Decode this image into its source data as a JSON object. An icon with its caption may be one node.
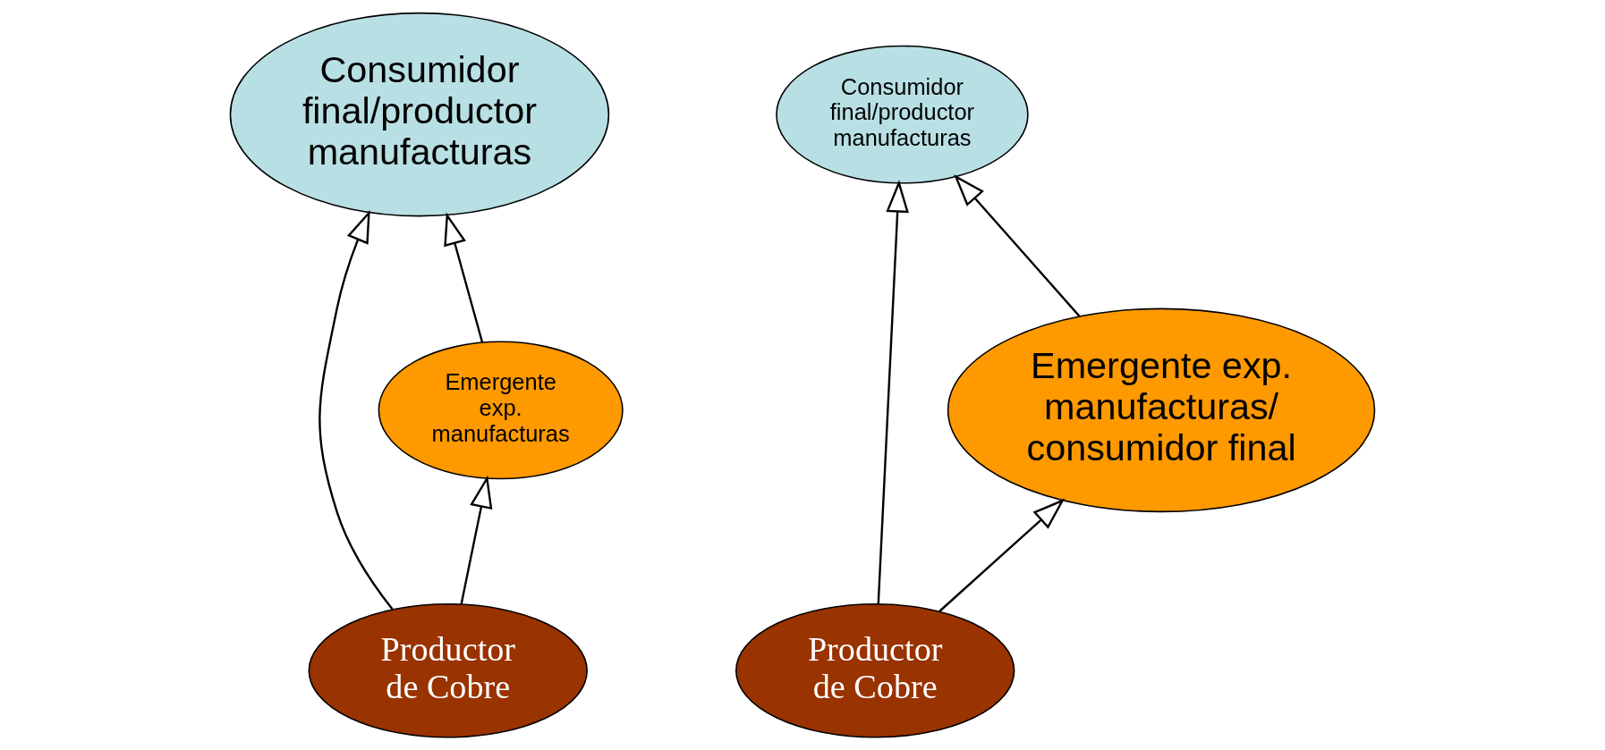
{
  "diagram": {
    "nodes": [
      {
        "text": [
          "Consumidor final/productor manufacturas"
        ]
      },
      {
        "text": [
          "Emergente exp. manufacturas"
        ]
      },
      {
        "text": [
          "Productor de Cobre"
        ]
      },
      {
        "text": [
          "Consumidor final/productor manufacturas"
        ]
      },
      {
        "text": [
          "Emergente exp. manufacturas/ consumidor final"
        ]
      },
      {
        "text": [
          "Productor de Cobre"
        ]
      }
    ],
    "edges": [
      {
        "from": 2,
        "to": 0,
        "arrow": "to"
      },
      {
        "from": 1,
        "to": 0,
        "arrow": "to"
      },
      {
        "from": 2,
        "to": 1,
        "arrow": "to"
      },
      {
        "from": 4,
        "to": 3,
        "arrow": "to"
      },
      {
        "from": 5,
        "to": 3,
        "arrow": "to"
      },
      {
        "from": 5,
        "to": 4,
        "arrow": "to"
      }
    ]
  }
}
